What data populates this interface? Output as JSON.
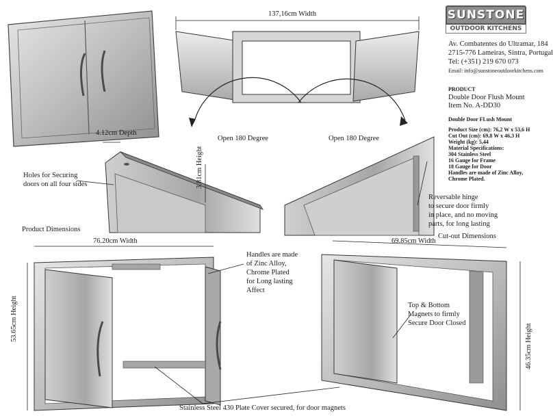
{
  "brand": {
    "logo_main": "SUNSTONE",
    "logo_sub": "OUTDOOR KITCHENS",
    "address_1": "Av. Combatentes do Ultramar, 184",
    "address_2": "2715-776 Lameiras, Sintra, Portugal",
    "tel": "Tel: (+351) 219 670 073",
    "email": "Email: info@sunstoneoutdoorkitchens.com"
  },
  "product": {
    "heading": "PRODUCT",
    "name": "Double Door Flush Mount",
    "item": "Item No. A-DD30"
  },
  "specs": {
    "title": "Double Door FLush Mount",
    "size": "Product Size (cm): 76,2 W x 53,6 H",
    "cutout": "Cut Out (cm): 69,8 W x 46,3 H",
    "weight": "Weight (kg): 5,44",
    "material_heading": "Material Specifications:",
    "m1": "304 Stainless Steel",
    "m2": "16 Gauge for Frame",
    "m3": "18 Gauge for Door",
    "m4": "Handles are made of Zinc Alloy,",
    "m5": "Chrome Plated."
  },
  "dimensions": {
    "open_width": "137,16cm  Width",
    "depth": "4.12cm  Depth",
    "height_381": "3.81cm Height",
    "open_left": "Open 180 Degree",
    "open_right": "Open 180 Degree",
    "product_width": "76.20cm  Width",
    "product_height": "53.65cm  Height",
    "cutout_width": "69.85cm  Width",
    "cutout_height": "46.35cm  Height"
  },
  "labels": {
    "holes_1": "Holes for Securing",
    "holes_2": "doors on all four sides",
    "hinge_1": "Reversable hinge",
    "hinge_2": "to secure door firmly",
    "hinge_3": "in place, and no moving",
    "hinge_4": "parts, for long lasting",
    "product_dimensions": "Product Dimensions",
    "cutout_dimensions": "Cut-out Dimensions",
    "handles_1": "Handles are made",
    "handles_2": "of Zinc Alloy,",
    "handles_3": "Chrome Plated",
    "handles_4": "for Long lasting",
    "handles_5": "Affect",
    "magnets_1": "Top & Bottom",
    "magnets_2": "Magnets to firmly",
    "magnets_3": "Secure Door Closed",
    "plate": "Stainless Steel 430 Plate Cover secured, for door magnets"
  },
  "colors": {
    "steel_light": "#d9d9d9",
    "steel_mid": "#b3b3b3",
    "steel_dark": "#7a7a7a",
    "line": "#222222"
  }
}
